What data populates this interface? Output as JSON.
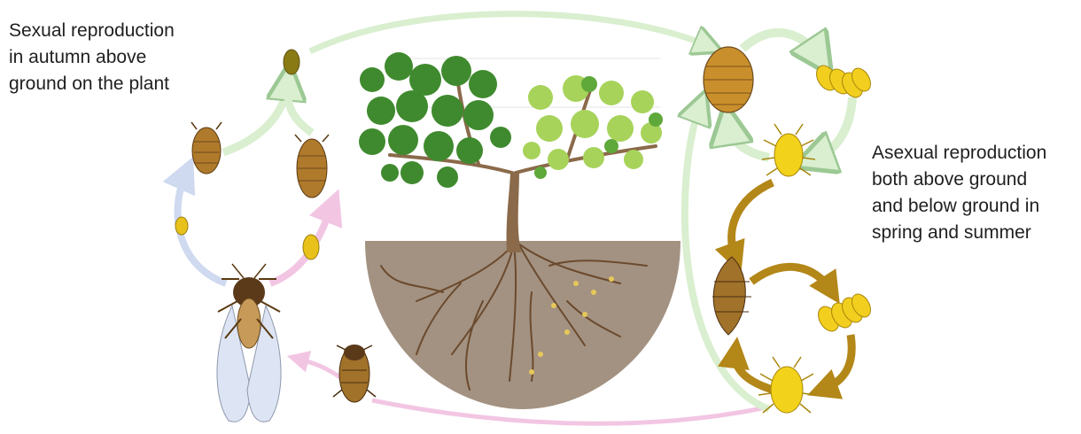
{
  "captions": {
    "sexual": {
      "lines": [
        "Sexual reproduction",
        "in autumn above",
        "ground on the plant"
      ]
    },
    "asexual": {
      "lines": [
        "Asexual reproduction",
        "both above ground",
        "and below ground in",
        "spring and summer"
      ]
    }
  },
  "colors": {
    "green_arrow": "#d9efcf",
    "green_arrow_stroke": "#9cc894",
    "blue_arrow": "#cfd9ef",
    "pink_arrow": "#f2c6e3",
    "gold_arrow": "#b38718",
    "soil": "#a39281",
    "root": "#6b4a2e",
    "trunk": "#8a6a4a",
    "leaf_dark": "#3f8a2e",
    "leaf_light": "#a7d35a",
    "aphid_brown": "#b07a2c",
    "aphid_yellow": "#f2d21a",
    "egg_olive": "#8a7a14",
    "egg_yellow": "#e8c21a",
    "wing": "#dde5f4"
  }
}
